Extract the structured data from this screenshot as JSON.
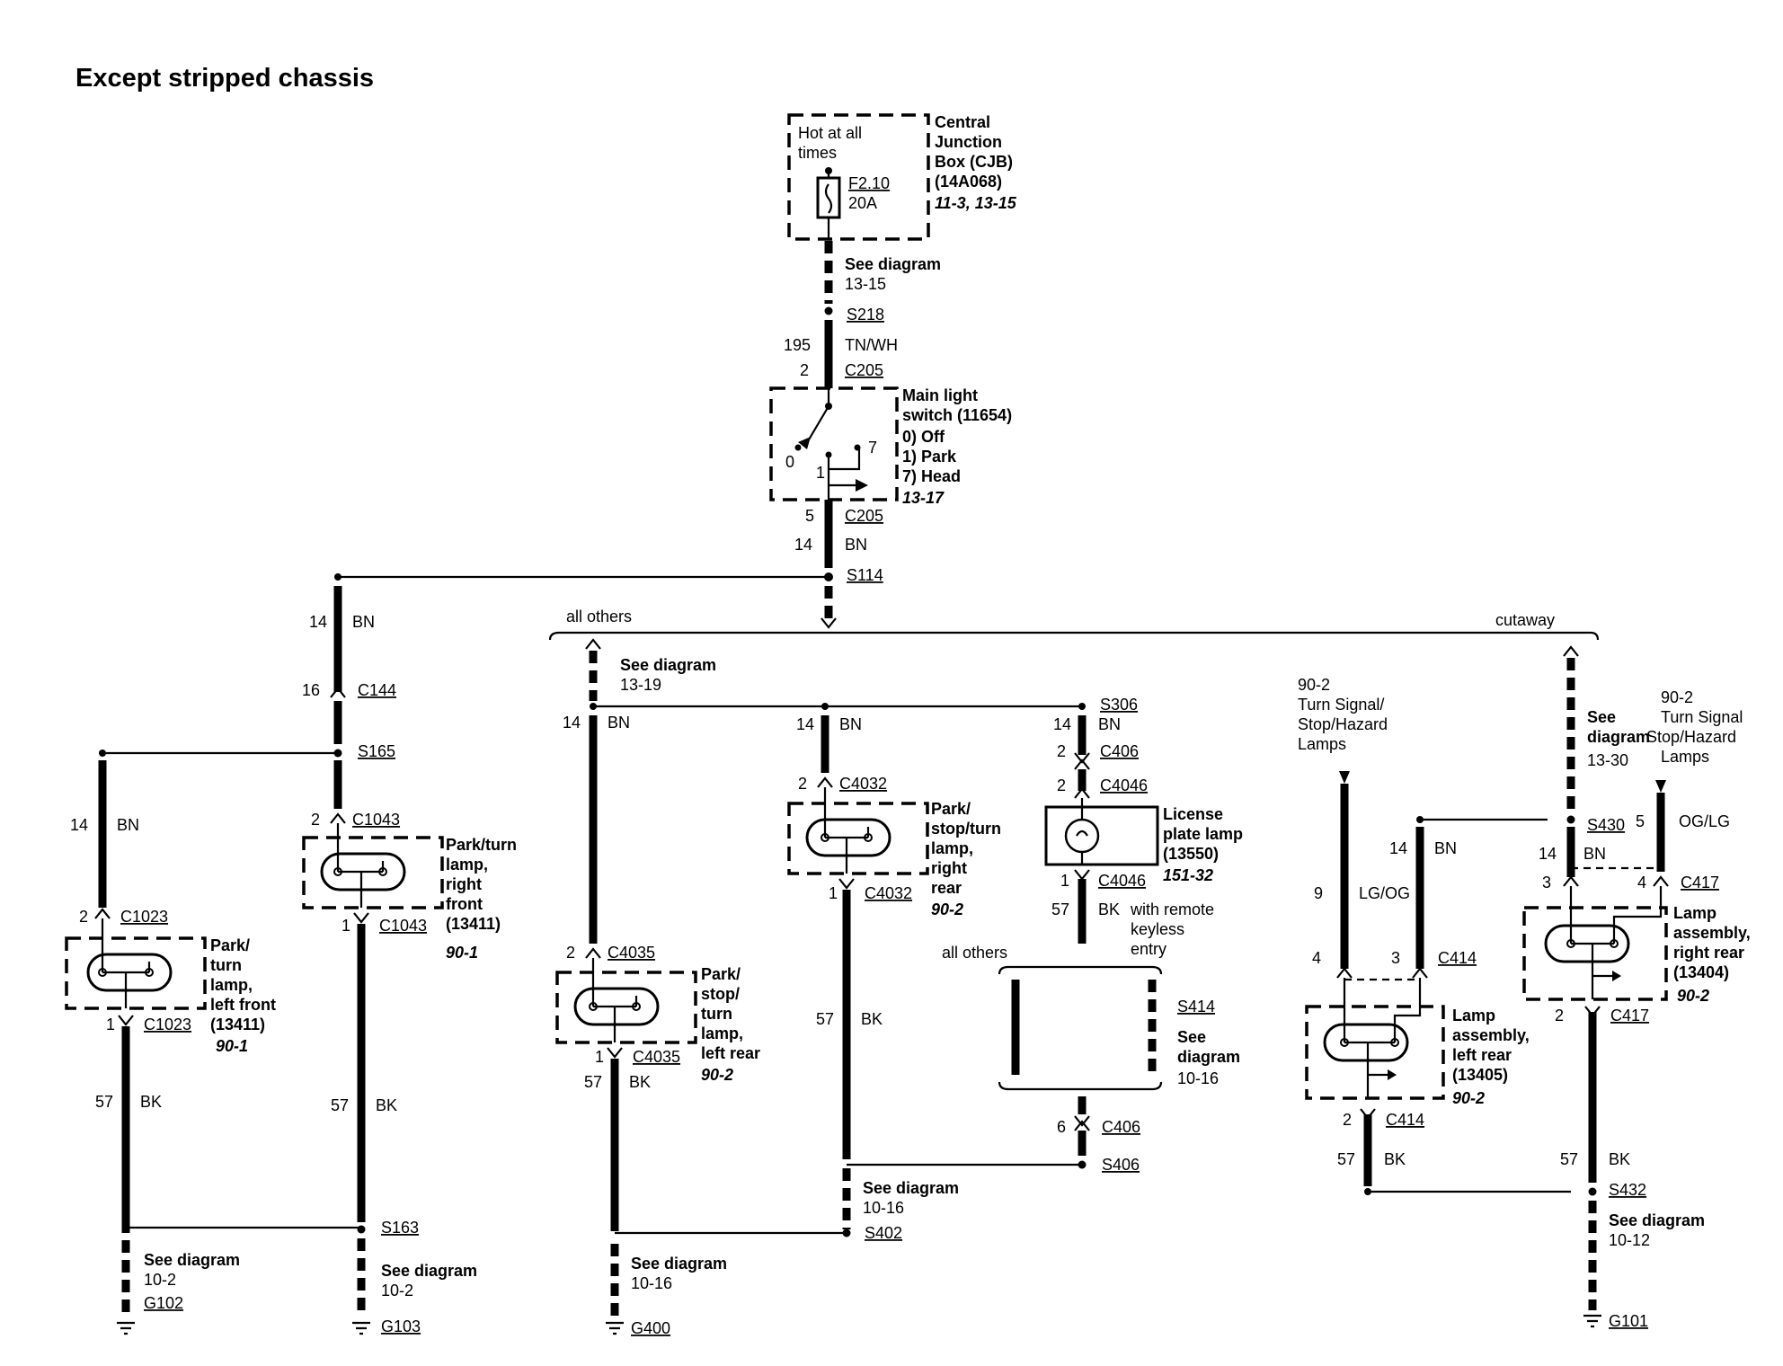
{
  "title": "Except stripped chassis",
  "cjb": {
    "hot": [
      "Hot at all",
      "times"
    ],
    "fuse": "F2.10",
    "amps": "20A",
    "name": [
      "Central",
      "Junction",
      "Box (CJB)",
      "(14A068)"
    ],
    "ref": "11-3, 13-15"
  },
  "top_wire": {
    "see": "See diagram",
    "see_ref": "13-15",
    "splice": "S218",
    "circuit": "195",
    "color": "TN/WH",
    "pin": "2",
    "connector": "C205"
  },
  "switch": {
    "name": [
      "Main light",
      "switch (11654)",
      "0) Off",
      "1) Park",
      "7) Head"
    ],
    "ref": "13-17",
    "positions": [
      "0",
      "1",
      "7"
    ],
    "out_pin": "5",
    "out_connector": "C205",
    "out_circuit": "14",
    "out_color": "BN",
    "splice": "S114"
  },
  "branch_labels": {
    "all_others": "all others",
    "cutaway": "cutaway"
  },
  "left_front": {
    "circuit": "14",
    "color": "BN",
    "pin_a": "16",
    "conn_a": "C144",
    "splice": "S165",
    "lamp_circuit": "14",
    "lamp_color": "BN",
    "pin_in": "2",
    "conn_in": "C1023",
    "name": [
      "Park/",
      "turn",
      "lamp,",
      "left front",
      "(13411)"
    ],
    "ref": "90-1",
    "pin_out": "1",
    "conn_out": "C1023",
    "gnd_circuit": "57",
    "gnd_color": "BK",
    "see": "See diagram",
    "see_ref": "10-2",
    "ground": "G102"
  },
  "right_front": {
    "pin_in": "2",
    "conn_in": "C1043",
    "name": [
      "Park/turn",
      "lamp,",
      "right",
      "front",
      "(13411)"
    ],
    "ref": "90-1",
    "pin_out": "1",
    "conn_out": "C1043",
    "gnd_circuit": "57",
    "gnd_color": "BK",
    "splice": "S163",
    "see": "See diagram",
    "see_ref": "10-2",
    "ground": "G103"
  },
  "left_rear": {
    "see": "See diagram",
    "see_ref": "13-19",
    "circuit": "14",
    "color": "BN",
    "pin_in": "2",
    "conn_in": "C4035",
    "name": [
      "Park/",
      "stop/",
      "turn",
      "lamp,",
      "left rear"
    ],
    "ref": "90-2",
    "pin_out": "1",
    "conn_out": "C4035",
    "gnd_circuit": "57",
    "gnd_color": "BK",
    "see2": "See diagram",
    "see2_ref": "10-16",
    "ground": "G400"
  },
  "right_rear": {
    "circuit": "14",
    "color": "BN",
    "pin_in": "2",
    "conn_in": "C4032",
    "name": [
      "Park/",
      "stop/turn",
      "lamp,",
      "right",
      "rear"
    ],
    "ref": "90-2",
    "pin_out": "1",
    "conn_out": "C4032",
    "gnd_circuit": "57",
    "gnd_color": "BK",
    "see": "See diagram",
    "see_ref": "10-16",
    "splice": "S402"
  },
  "license": {
    "splice_top": "S306",
    "circuit": "14",
    "color": "BN",
    "pin_a": "2",
    "conn_a": "C406",
    "pin_in": "2",
    "conn_in": "C4046",
    "name": [
      "License",
      "plate lamp",
      "(13550)"
    ],
    "ref": "151-32",
    "pin_out": "1",
    "conn_out": "C4046",
    "gnd_circuit": "57",
    "gnd_color": "BK",
    "note": [
      "with remote",
      "keyless",
      "entry"
    ],
    "all_others": "all others",
    "splice_mid": "S414",
    "see": [
      "See",
      "diagram"
    ],
    "see_ref": "10-16",
    "pin_b": "6",
    "conn_b": "C406",
    "splice_bot": "S406"
  },
  "cutaway_left": {
    "ref_top": "90-2",
    "desc": [
      "Turn Signal/",
      "Stop/Hazard",
      "Lamps"
    ],
    "circuit": "9",
    "color": "LG/OG",
    "bn_circuit": "14",
    "bn_color": "BN",
    "pin_a": "4",
    "pin_b": "3",
    "conn": "C414",
    "name": [
      "Lamp",
      "assembly,",
      "left rear",
      "(13405)"
    ],
    "ref": "90-2",
    "pin_out": "2",
    "conn_out": "C414",
    "gnd_circuit": "57",
    "gnd_color": "BK"
  },
  "cutaway_right": {
    "see": [
      "See",
      "diagram"
    ],
    "see_ref": "13-30",
    "ref_top": "90-2",
    "desc": [
      "Turn Signal",
      "Stop/Hazard",
      "Lamps"
    ],
    "pin_sig": "5",
    "sig_color": "OG/LG",
    "splice": "S430",
    "bn_circuit": "14",
    "bn_color": "BN",
    "pin_a": "3",
    "pin_b": "4",
    "conn": "C417",
    "name": [
      "Lamp",
      "assembly,",
      "right rear",
      "(13404)"
    ],
    "ref": "90-2",
    "pin_out": "2",
    "conn_out": "C417",
    "gnd_circuit": "57",
    "gnd_color": "BK",
    "splice_bot": "S432",
    "see2": "See diagram",
    "see2_ref": "10-12",
    "ground": "G101"
  }
}
